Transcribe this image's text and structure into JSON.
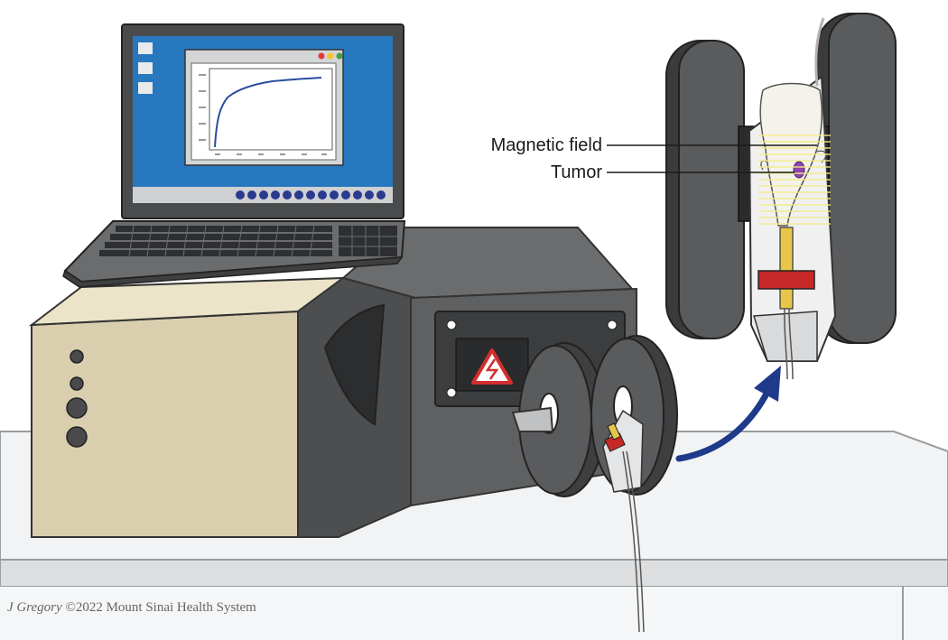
{
  "labels": {
    "magnetic_field": "Magnetic field",
    "tumor": "Tumor"
  },
  "credit": {
    "author": "J Gregory",
    "rest": " ©2022 Mount Sinai Health System"
  },
  "colors": {
    "desktop_blue": "#2878c0",
    "instrument_beige": "#d9cfae",
    "instrument_gray": "#585a5c",
    "magnet_gray": "#4a4a4c",
    "arrow_blue": "#1f3a8a",
    "clamp_red": "#c62828",
    "tube_yellow": "#e8c64a",
    "field_yellow": "#f4ec8a"
  },
  "icons": [
    "warning-icon",
    "arrow-icon",
    "window-close-icon"
  ]
}
